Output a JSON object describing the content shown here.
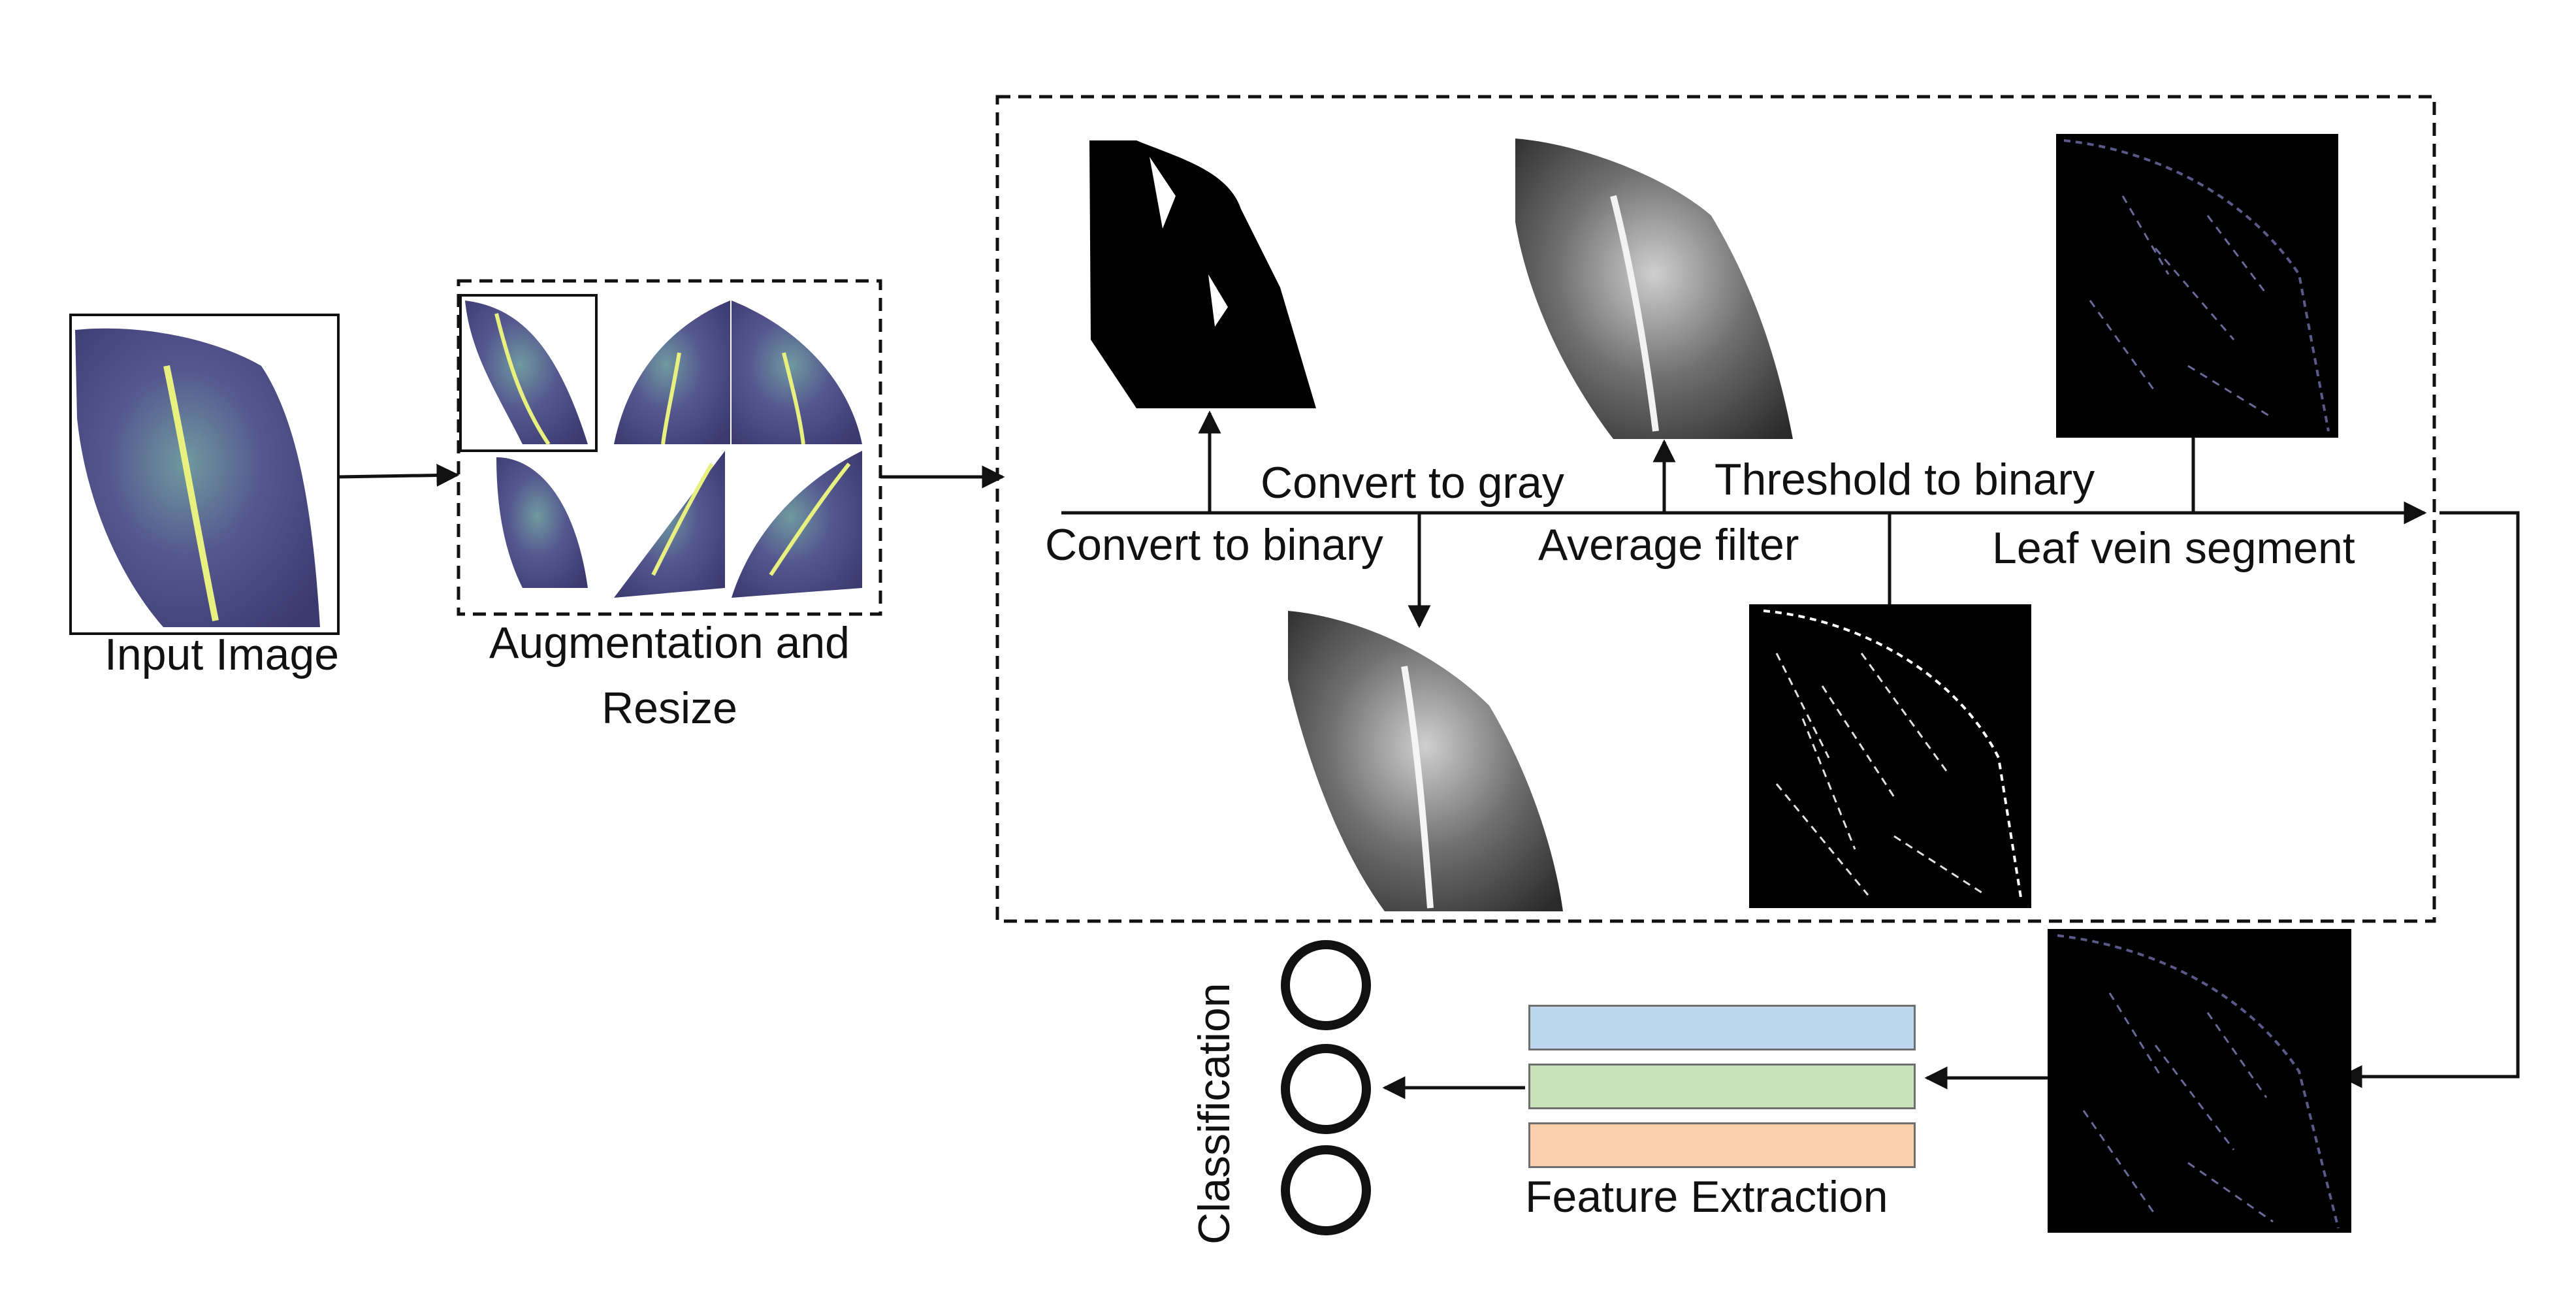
{
  "labels": {
    "input_image": "Input Image",
    "augmentation_line1": "Augmentation and",
    "augmentation_line2": "Resize",
    "convert_to_gray": "Convert to gray",
    "threshold_to_binary": "Threshold to binary",
    "convert_to_binary": "Convert to binary",
    "average_filter": "Average filter",
    "leaf_vein_segment": "Leaf vein segment",
    "classification": "Classification",
    "feature_extraction": "Feature Extraction"
  },
  "colors": {
    "feature_bar_1": "#bdd7ee",
    "feature_bar_2": "#c9e2b9",
    "feature_bar_3": "#fdd0ad",
    "leaf_color": "#4a4a86",
    "leaf_light": "#6f9aa0",
    "vein_color": "#e8f080",
    "line_color": "#111111"
  }
}
